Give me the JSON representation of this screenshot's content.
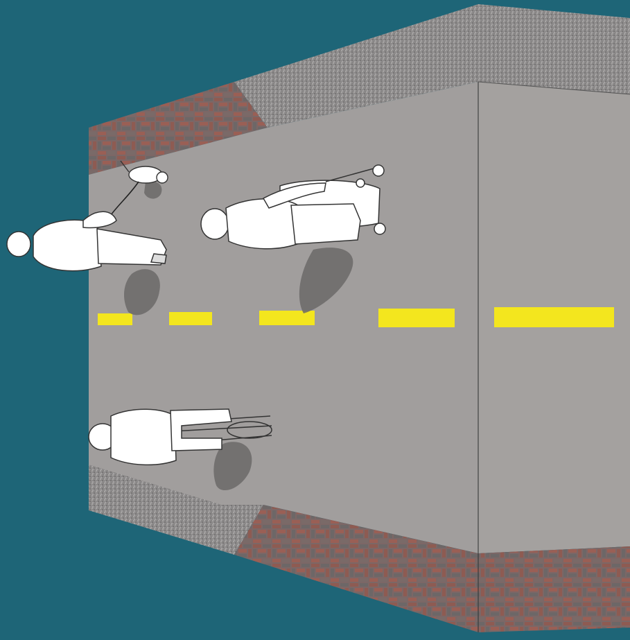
{
  "title": "",
  "scene": {
    "description_visible_text": "",
    "colors": {
      "background": "#1e6577",
      "path_surface": "#a19e9d",
      "path_side_face": "#a4a19f",
      "granite_edge": "#8d8b8b",
      "brick_red": "#8e5b52",
      "brick_gray": "#6d6767",
      "center_line": "#f3e61e",
      "figure_fill": "#ffffff",
      "figure_outline": "#333333",
      "shadow": "#636161"
    },
    "elements": {
      "path": "asphalt-path",
      "center_line": "yellow-dashed-center-line",
      "borders": [
        "decomposed-granite-shoulder",
        "brick-paver-edge"
      ],
      "users": [
        "pedestrian-walking-dog",
        "dog-on-leash",
        "person-with-stroller",
        "stroller",
        "cyclist"
      ]
    }
  }
}
